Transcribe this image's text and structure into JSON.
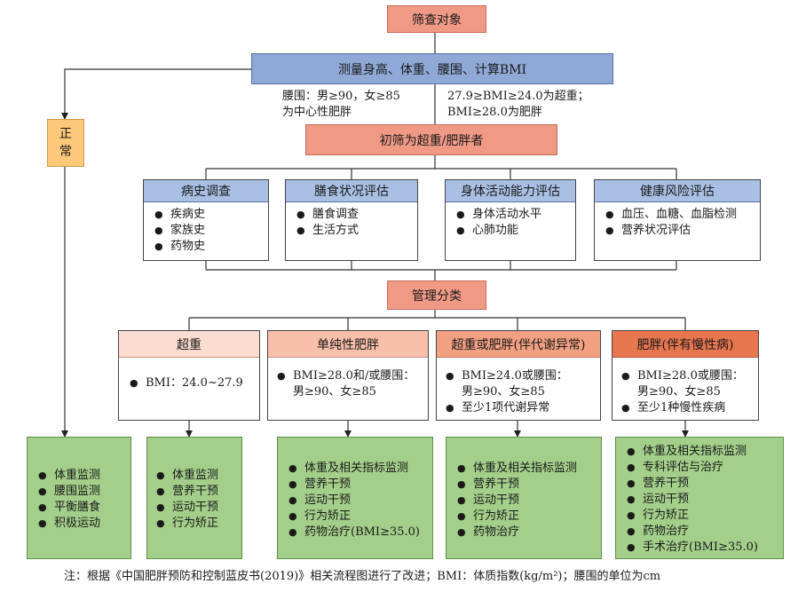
{
  "nodes": {
    "screening_target": "筛查对象",
    "measure": "测量身高、体重、腰围、计算BMI",
    "waist_note": [
      "腰围：男≥90，女≥85",
      "为中心性肥胖"
    ],
    "bmi_note": [
      "27.9≥BMI≥24.0为超重；",
      "BMI≥28.0为肥胖"
    ],
    "normal": [
      "正",
      "常"
    ],
    "initial_screen": "初筛为超重/肥胖者",
    "management": "管理分类"
  },
  "assessments": [
    {
      "title": "病史调查",
      "items": [
        "疾病史",
        "家族史",
        "药物史"
      ]
    },
    {
      "title": "膳食状况评估",
      "items": [
        "膳食调查",
        "生活方式"
      ]
    },
    {
      "title": "身体活动能力评估",
      "items": [
        "身体活动水平",
        "心肺功能"
      ]
    },
    {
      "title": "健康风险评估",
      "items": [
        "血压、血糖、血脂检测",
        "营养状况评估"
      ]
    }
  ],
  "categories": [
    {
      "title": "超重",
      "criteria": [
        "BMI：24.0~27.9"
      ]
    },
    {
      "title": "单纯性肥胖",
      "criteria": [
        "BMI≥28.0和/或腰围：",
        "男≥90、女≥85"
      ]
    },
    {
      "title": "超重或肥胖(伴代谢异常)",
      "criteria": [
        "BMI≥24.0或腰围：",
        "男≥90、女≥85",
        "至少1项代谢异常"
      ]
    },
    {
      "title": "肥胖(伴有慢性病)",
      "criteria": [
        "BMI≥28.0或腰围：",
        "男≥90、女≥85",
        "至少1种慢性疾病"
      ]
    }
  ],
  "interventions": [
    {
      "items": [
        "体重监测",
        "腰围监测",
        "平衡膳食",
        "积极运动"
      ]
    },
    {
      "items": [
        "体重监测",
        "营养干预",
        "运动干预",
        "行为矫正"
      ]
    },
    {
      "items": [
        "体重及相关指标监测",
        "营养干预",
        "运动干预",
        "行为矫正",
        "药物治疗(BMI≥35.0)"
      ]
    },
    {
      "items": [
        "体重及相关指标监测",
        "营养干预",
        "运动干预",
        "行为矫正",
        "药物治疗"
      ]
    },
    {
      "items": [
        "体重及相关指标监测",
        "专科评估与治疗",
        "营养干预",
        "运动干预",
        "行为矫正",
        "药物治疗",
        "手术治疗(BMI≥35.0)"
      ]
    }
  ],
  "footnote": "注：根据《中国肥胖预防和控制蓝皮书(2019)》相关流程图进行了改进；BMI：体质指数(kg/m²)；腰围的单位为cm"
}
